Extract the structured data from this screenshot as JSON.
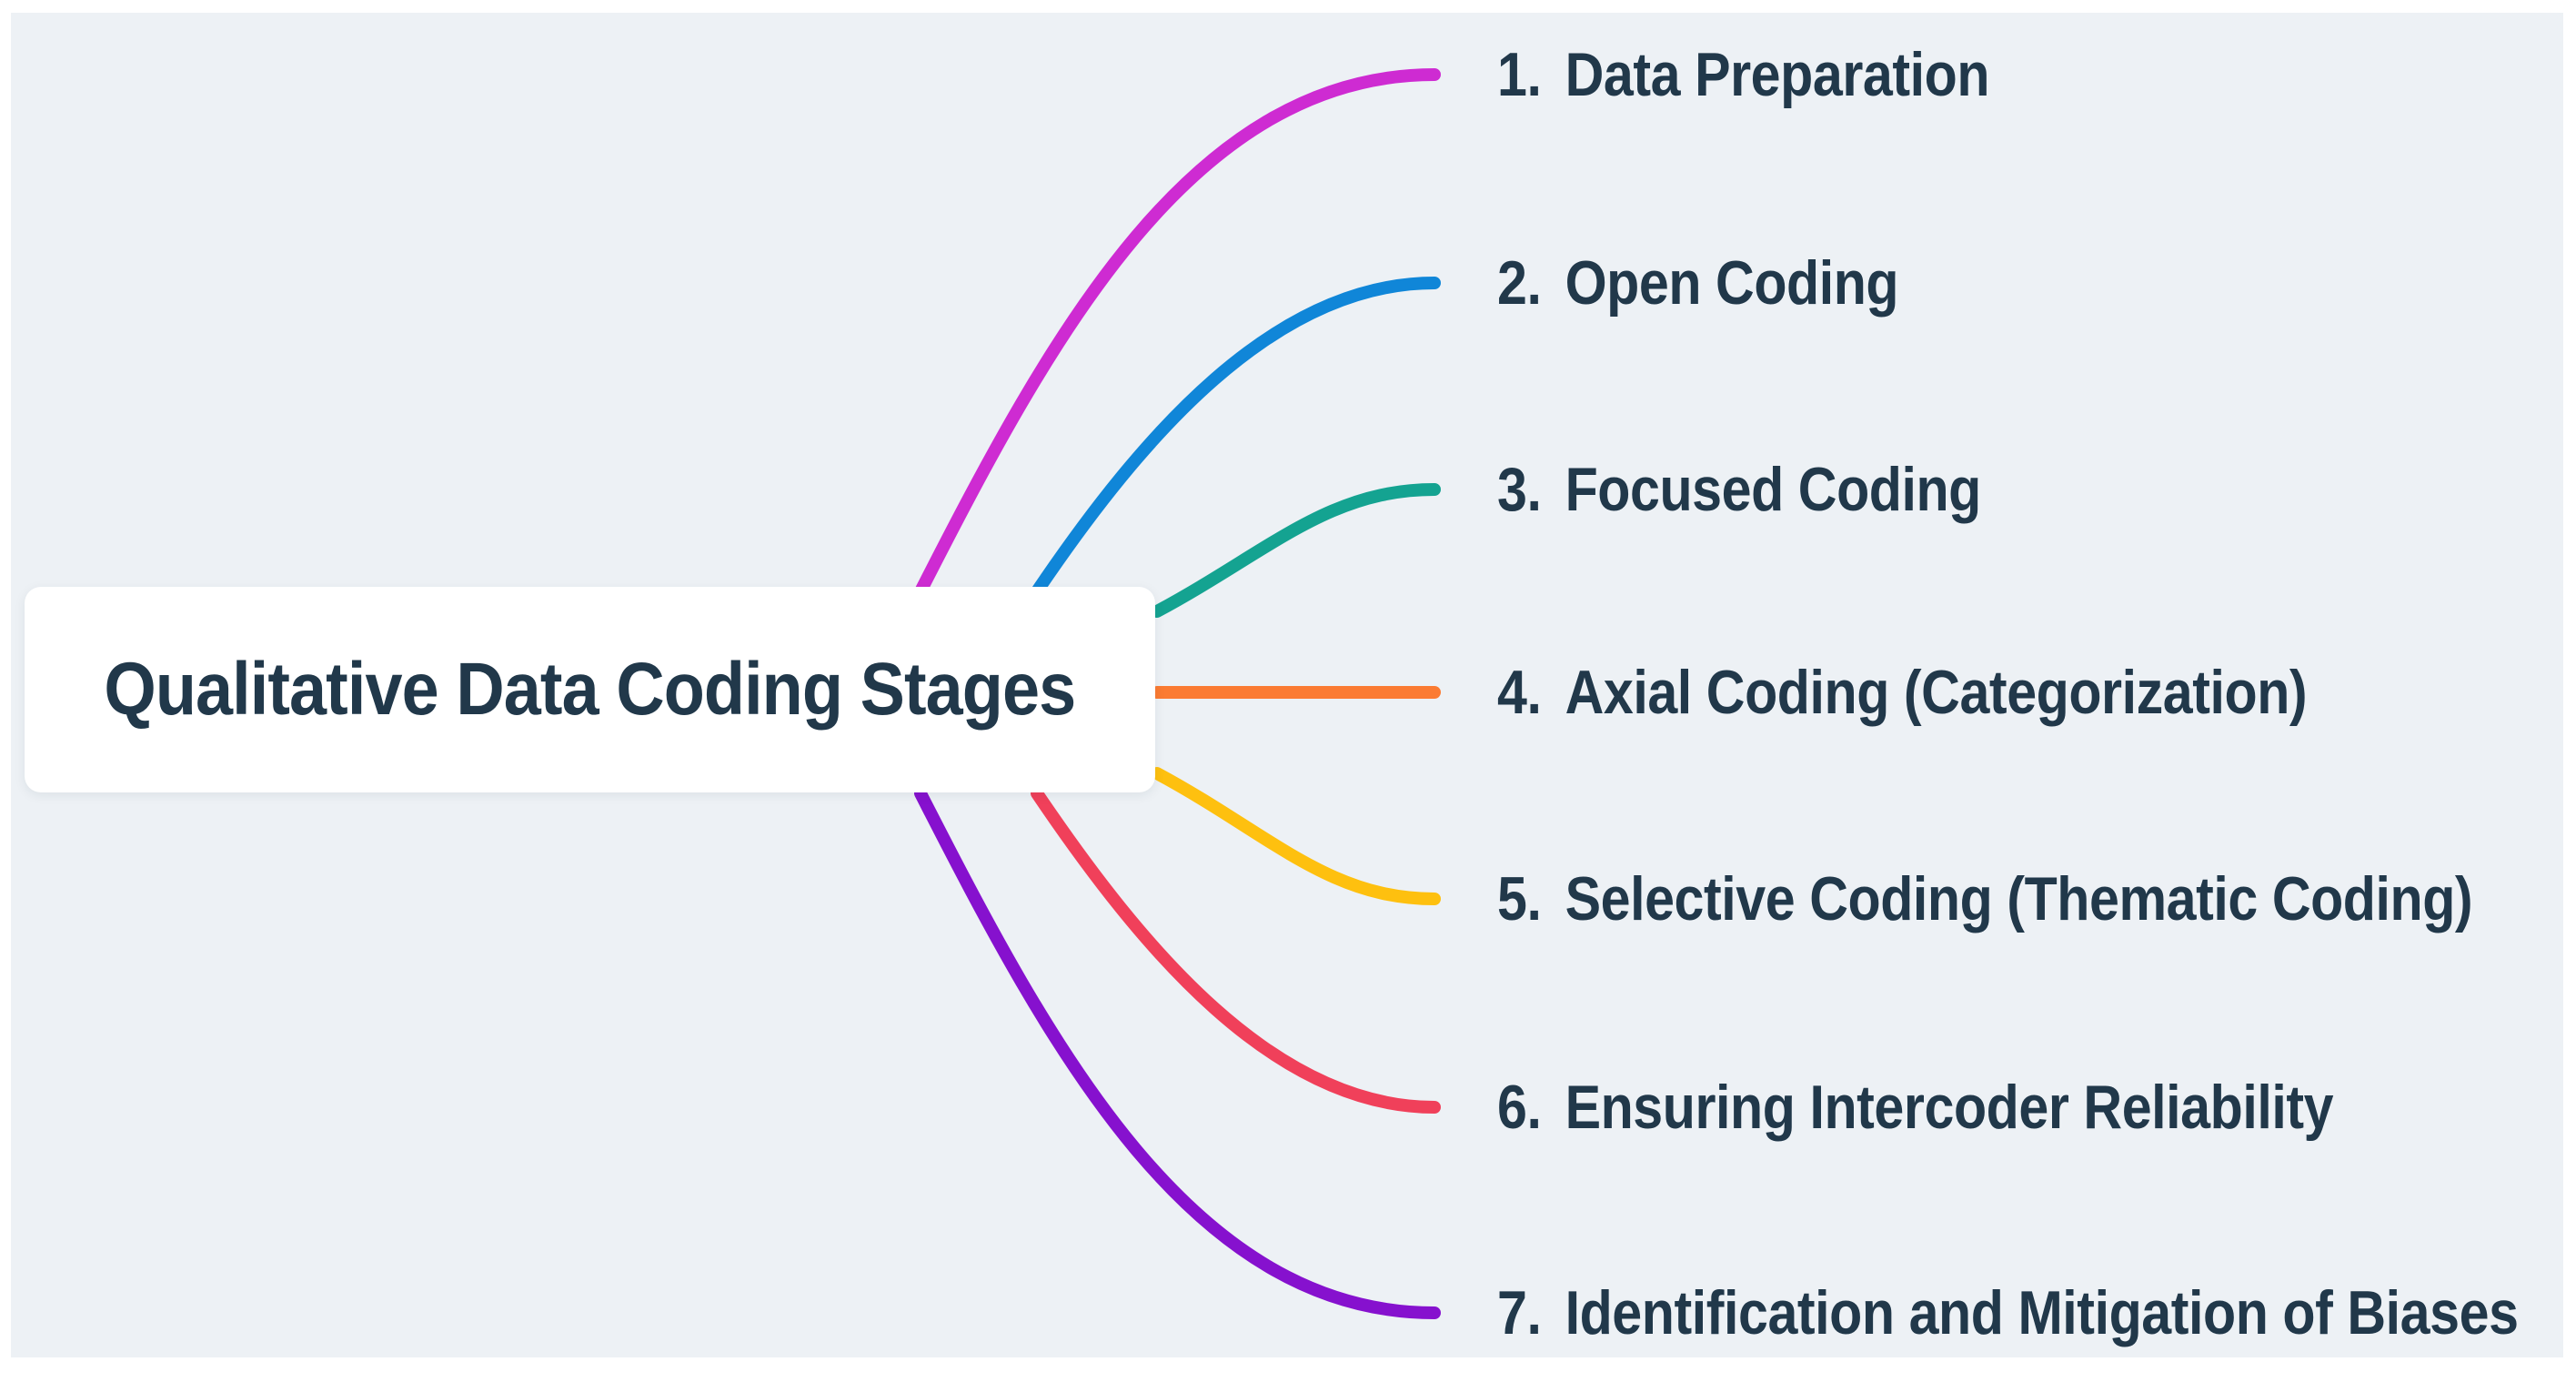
{
  "canvas": {
    "background_color": "#edf1f5",
    "frame_color": "#ffffff",
    "text_color": "#21384a"
  },
  "center_node": {
    "label": "Qualitative Data Coding Stages",
    "background_color": "#ffffff"
  },
  "branches": [
    {
      "number": "1.",
      "label": "Data Preparation",
      "color": "#ce2bd2"
    },
    {
      "number": "2.",
      "label": "Open Coding",
      "color": "#1086d8"
    },
    {
      "number": "3.",
      "label": "Focused Coding",
      "color": "#14a391"
    },
    {
      "number": "4.",
      "label": "Axial Coding (Categorization)",
      "color": "#fb7b32"
    },
    {
      "number": "5.",
      "label": "Selective Coding (Thematic Coding)",
      "color": "#fec00f"
    },
    {
      "number": "6.",
      "label": "Ensuring Intercoder Reliability",
      "color": "#f0405a"
    },
    {
      "number": "7.",
      "label": "Identification and Mitigation of Biases",
      "color": "#8611ce"
    }
  ]
}
